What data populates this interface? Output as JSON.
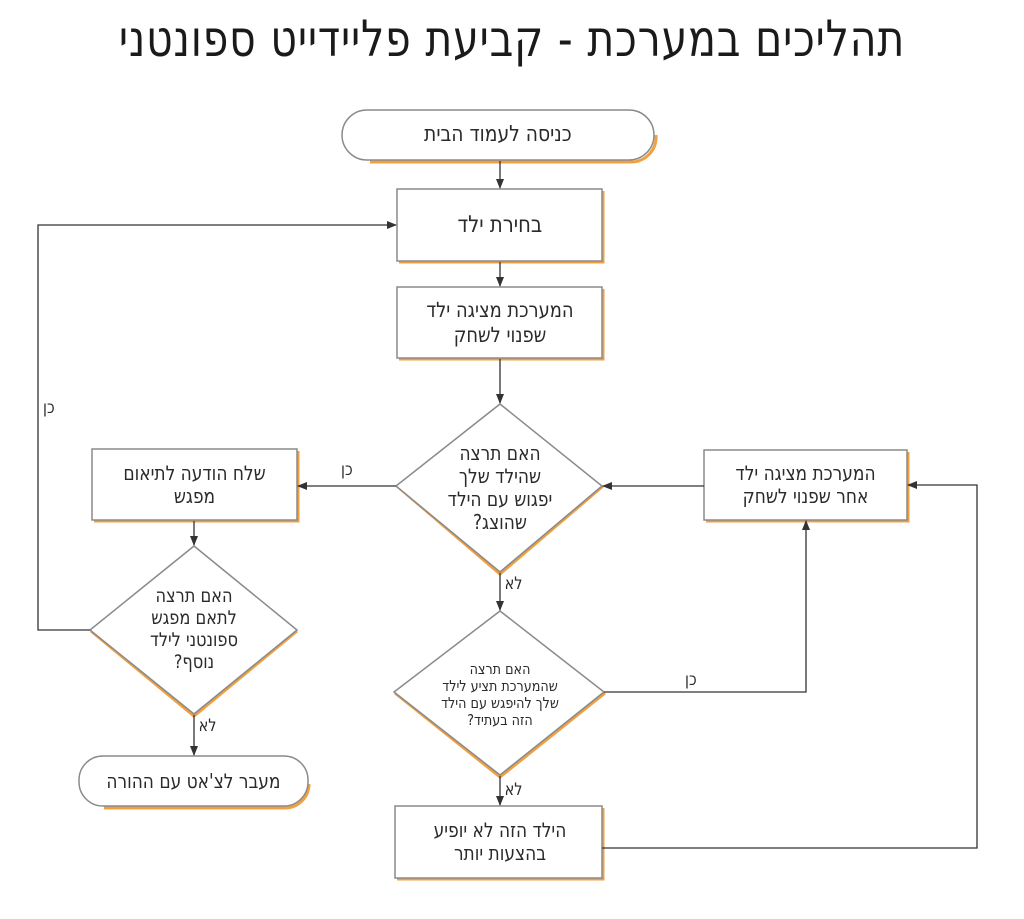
{
  "title": "תהליכים במערכת - קביעת פליידייט ספונטני",
  "nodes": {
    "start": {
      "type": "terminal",
      "text": "כניסה לעמוד הבית"
    },
    "choose_child": {
      "type": "process",
      "text": "בחירת ילד"
    },
    "show_child": {
      "type": "process",
      "text": "המערכת מציגה ילד שפנוי לשחק"
    },
    "decision_meet": {
      "type": "decision",
      "text": "האם תרצה שהילד שלך יפגוש עם הילד שהוצג?"
    },
    "show_other_child": {
      "type": "process",
      "text": "המערכת מציגה ילד אחר שפנוי לשחק"
    },
    "send_message": {
      "type": "process",
      "text": "שלח הודעה לתיאום מפגש"
    },
    "decision_another": {
      "type": "decision",
      "text": "האם תרצה לתאם מפגש ספונטני לילד נוסף?"
    },
    "decision_future": {
      "type": "decision",
      "text": "האם תרצה שהמערכת תציע לילד שלך להיפגש עם הילד הזה בעתיד?"
    },
    "exit_chat": {
      "type": "terminal",
      "text": "מעבר לצ'אט עם ההורה"
    },
    "not_shown": {
      "type": "process",
      "text": "הילד הזה לא יופיע בהצעות יותר"
    }
  },
  "edge_labels": {
    "meet_yes": "כן",
    "meet_no": "לא",
    "another_yes": "כן",
    "another_no": "לא",
    "future_yes": "כן",
    "future_no": "לא"
  },
  "colors": {
    "stroke": "#8a8a8a",
    "line": "#333333",
    "shadow": "#f0a040",
    "fill": "#ffffff"
  }
}
